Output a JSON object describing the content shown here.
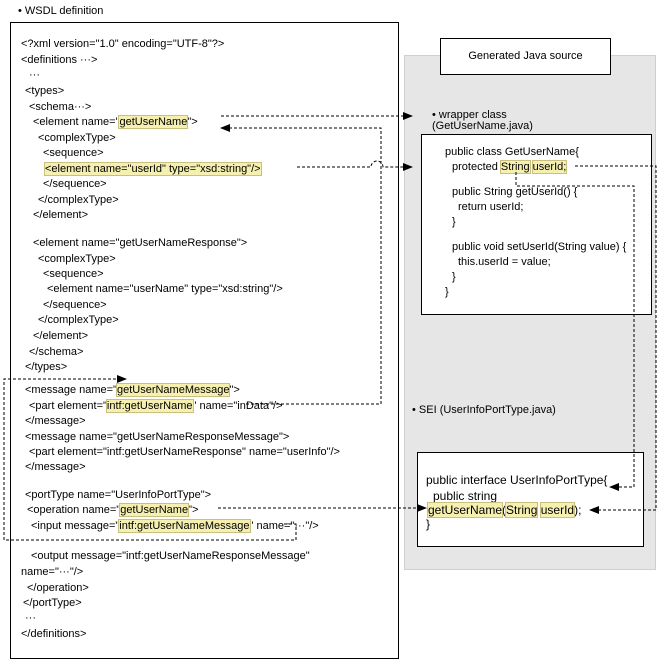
{
  "heading": "• WSDL definition",
  "java_panel_title": "Generated Java source",
  "wrapper_label_1": "• wrapper class",
  "wrapper_label_2": "(GetUserName.java)",
  "sei_label": "• SEI (UserInfoPortType.java)",
  "wsdl": {
    "l01": "<?xml version=\"1.0\" encoding=\"UTF-8\"?>",
    "l02": "<definitions ···>",
    "l03": "···",
    "l04": "<types>",
    "l05": "<schema···>",
    "l06a": "<element name=\"",
    "l06b": "getUserName",
    "l06c": "\">",
    "l07": "<complexType>",
    "l08": "<sequence>",
    "l09": "<element name=\"userId\" type=\"xsd:string\"/>",
    "l10": "</sequence>",
    "l11": "</complexType>",
    "l12": "</element>",
    "l13": "<element name=\"getUserNameResponse\">",
    "l14": "<complexType>",
    "l15": "<sequence>",
    "l16": "<element name=\"userName\" type=\"xsd:string\"/>",
    "l17": "</sequence>",
    "l18": "</complexType>",
    "l19": "</element>",
    "l20": "</schema>",
    "l21": "</types>",
    "l22a": "<message name=\"",
    "l22b": "getUserNameMessage",
    "l22c": "\">",
    "l23a": "<part element=\"",
    "l23b": "intf:getUserName",
    "l23c": "\" name=\"inData\"/>",
    "l24": "</message>",
    "l25": "<message name=\"getUserNameResponseMessage\">",
    "l26": "<part element=\"intf:getUserNameResponse\" name=\"userInfo\"/>",
    "l27": "</message>",
    "l28": "<portType name=\"UserInfoPortType\">",
    "l29a": "<operation name=\"",
    "l29b": "getUserName",
    "l29c": "\">",
    "l30a": "<input message=\"",
    "l30b": "intf:getUserNameMessage",
    "l30c": "\" name=\"···\"/>",
    "l31": "<output message=\"intf:getUserNameResponseMessage\"",
    "l32": "name=\"···\"/>",
    "l33": "</operation>",
    "l34": "</portType>",
    "l35": "···",
    "l36": "</definitions>"
  },
  "wrapper": {
    "j1": "public class GetUserName{",
    "j2a": "protected ",
    "j2b": "String",
    "j2c": "userId;",
    "j3": "public String getUserId() {",
    "j4": "return userId;",
    "j5": "}",
    "j6": "public void setUserId(String value) {",
    "j7": "this.userId = value;",
    "j8": "}",
    "j9": "}"
  },
  "sei": {
    "s1": "public interface UserInfoPortType{",
    "s2": "public string",
    "s3a": "getUserName",
    "s3b": "(",
    "s3c": "String",
    "s3d": "userId",
    "s3e": ");",
    "s4": "}"
  }
}
